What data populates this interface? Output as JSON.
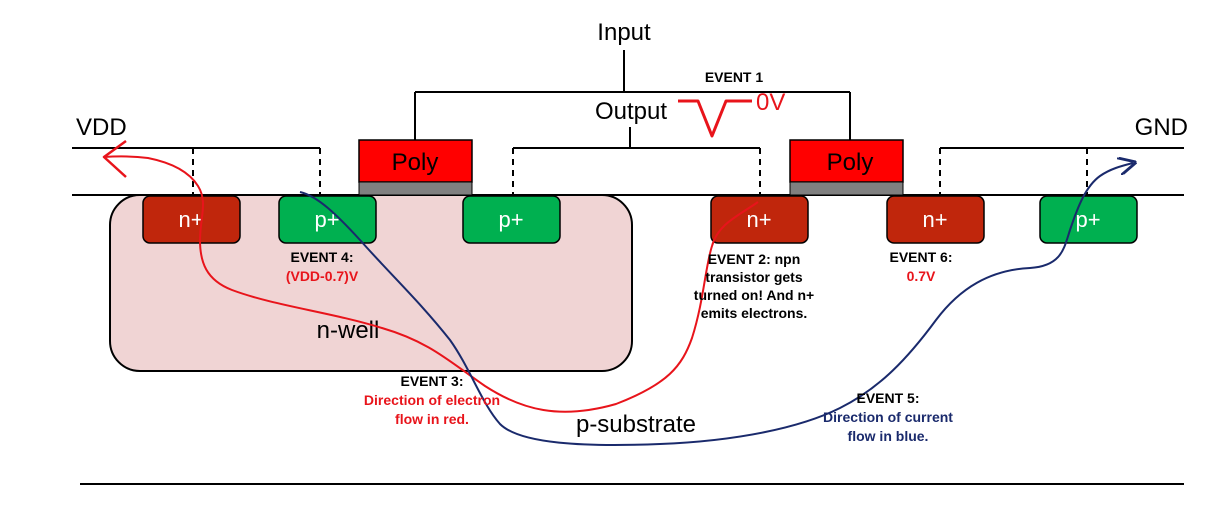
{
  "labels": {
    "input": "Input",
    "output": "Output",
    "vdd": "VDD",
    "gnd": "GND",
    "poly": "Poly",
    "nwell": "n-well",
    "psubstrate": "p-substrate",
    "zero_v": "0V",
    "nplus": "n+",
    "pplus": "p+"
  },
  "events": {
    "e1": {
      "title": "EVENT 1"
    },
    "e2": {
      "lines": [
        "EVENT 2: npn",
        "transistor gets",
        "turned on! And n+",
        "emits electrons."
      ]
    },
    "e3": {
      "title": "EVENT 3:",
      "lines": [
        "Direction of electron",
        "flow in red."
      ]
    },
    "e4": {
      "title": "EVENT 4:",
      "value": "(VDD-0.7)V"
    },
    "e5": {
      "title": "EVENT 5:",
      "lines": [
        "Direction of current",
        "flow in blue."
      ]
    },
    "e6": {
      "title": "EVENT 6:",
      "value": "0.7V"
    }
  },
  "colors": {
    "n_region": "#c0260c",
    "p_region": "#00b050",
    "poly": "#ff0000",
    "gate_oxide": "#808080",
    "nwell": "#f0d4d4",
    "electron_flow": "#e8141b",
    "current_flow": "#1a2a6c"
  }
}
